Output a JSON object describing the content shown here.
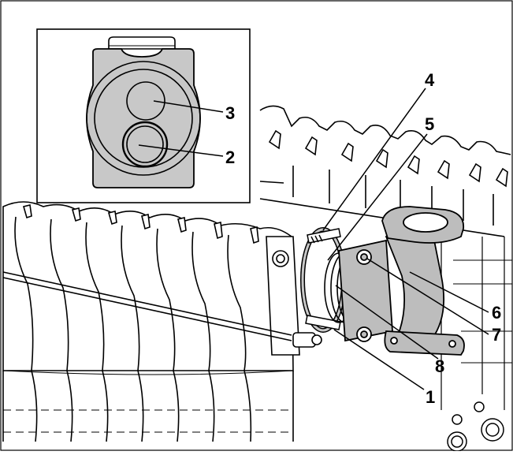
{
  "figure": {
    "callouts": [
      {
        "id": "c1",
        "label": "1"
      },
      {
        "id": "c2",
        "label": "2"
      },
      {
        "id": "c3",
        "label": "3"
      },
      {
        "id": "c4",
        "label": "4"
      },
      {
        "id": "c5",
        "label": "5"
      },
      {
        "id": "c6",
        "label": "6"
      },
      {
        "id": "c7",
        "label": "7"
      },
      {
        "id": "c8",
        "label": "8"
      }
    ]
  },
  "colors": {
    "line": "#000000",
    "gasket_fill": "#c8c8c8",
    "flange_fill": "#bdbdbd",
    "background": "#ffffff"
  }
}
